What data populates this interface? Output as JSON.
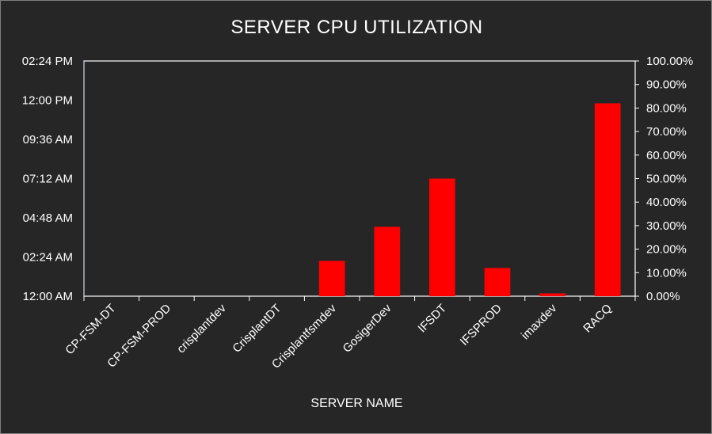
{
  "chart_data": {
    "type": "bar",
    "title": "SERVER CPU UTILIZATION",
    "xlabel": "SERVER NAME",
    "categories": [
      "CP-FSM-DT",
      "CP-FSM-PROD",
      "crisplantdev",
      "CrisplantDT",
      "Crisplantfsmdev",
      "GosigerDev",
      "IFSDT",
      "IFSPROD",
      "imaxdev",
      "RACQ"
    ],
    "series": [
      {
        "values": [
          0,
          0,
          0,
          0,
          0.15,
          0.295,
          0.5,
          0.12,
          0.012,
          0.82
        ]
      }
    ],
    "y_left_ticks": [
      "12:00 AM",
      "02:24 AM",
      "04:48 AM",
      "07:12 AM",
      "09:36 AM",
      "12:00 PM",
      "02:24 PM"
    ],
    "y_right_ticks": [
      "0.00%",
      "10.00%",
      "20.00%",
      "30.00%",
      "40.00%",
      "50.00%",
      "60.00%",
      "70.00%",
      "80.00%",
      "90.00%",
      "100.00%"
    ],
    "y_right_range": [
      0,
      1
    ],
    "bar_color": "#ff0000",
    "grid": false
  }
}
